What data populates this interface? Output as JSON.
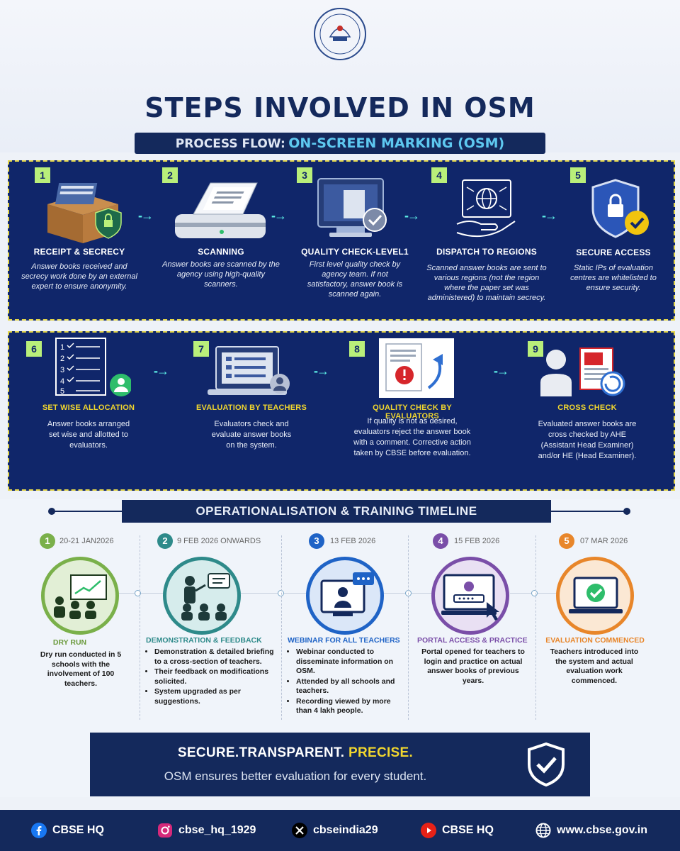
{
  "header": {
    "title": "STEPS INVOLVED IN OSM",
    "sub_a": "PROCESS FLOW:",
    "sub_b": "ON-SCREEN MARKING (OSM)"
  },
  "steps": [
    {
      "num": "1",
      "title": "RECEIPT & SECRECY",
      "desc": "Answer books received and secrecy work done by an external expert to ensure anonymity."
    },
    {
      "num": "2",
      "title": "SCANNING",
      "desc": "Answer books are scanned by the agency using high-quality scanners."
    },
    {
      "num": "3",
      "title": "QUALITY CHECK-LEVEL1",
      "desc": "First level quality check by agency team. If not satisfactory, answer book is scanned again."
    },
    {
      "num": "4",
      "title": "DISPATCH TO REGIONS",
      "desc": "Scanned answer books are sent to various regions (not the region where the paper set was administered) to maintain secrecy."
    },
    {
      "num": "5",
      "title": "SECURE ACCESS",
      "desc": "Static IPs of evaluation centres are whitelisted to ensure security."
    },
    {
      "num": "6",
      "title": "SET WISE ALLOCATION",
      "desc": "Answer books arranged set wise and allotted to evaluators."
    },
    {
      "num": "7",
      "title": "EVALUATION BY TEACHERS",
      "desc": "Evaluators check and evaluate answer books on the system."
    },
    {
      "num": "8",
      "title": "QUALITY CHECK BY EVALUATORS",
      "desc": "If quality is not as desired, evaluators reject the answer book with a comment. Corrective action taken by CBSE before evaluation."
    },
    {
      "num": "9",
      "title": "CROSS CHECK",
      "desc": "Evaluated answer books are cross checked by AHE (Assistant Head Examiner) and/or HE (Head Examiner)."
    }
  ],
  "arrow_glyph": "-→",
  "timeline": {
    "title": "OPERATIONALISATION & TRAINING TIMELINE",
    "items": [
      {
        "num": "1",
        "date": "20-21 JAN2026",
        "label": "DRY RUN",
        "color": "#7ab04a",
        "text": "Dry run conducted in 5 schools with the involvement of 100 teachers.",
        "points": []
      },
      {
        "num": "2",
        "date": "9 FEB 2026 ONWARDS",
        "label": "DEMONSTRATION & FEEDBACK",
        "color": "#2e8a8a",
        "text": "",
        "points": [
          "Demonstration & detailed briefing to a cross-section of teachers.",
          "Their feedback on modifications solicited.",
          "System upgraded as per suggestions."
        ]
      },
      {
        "num": "3",
        "date": "13 FEB 2026",
        "label": "WEBINAR FOR ALL TEACHERS",
        "color": "#1f63c6",
        "text": "",
        "points": [
          "Webinar conducted to disseminate information on OSM.",
          "Attended by all schools and teachers.",
          "Recording viewed by more than 4 lakh people."
        ]
      },
      {
        "num": "4",
        "date": "15 FEB 2026",
        "label": "PORTAL ACCESS & PRACTICE",
        "color": "#7a4ea8",
        "text": "Portal opened for teachers to login and practice on actual answer books of previous years.",
        "points": []
      },
      {
        "num": "5",
        "date": "07 MAR 2026",
        "label": "EVALUATION COMMENCED",
        "color": "#e8862a",
        "text": "Teachers introduced into the system and actual evaluation work commenced.",
        "points": []
      }
    ]
  },
  "banner": {
    "line1_a": "SECURE.TRANSPARENT.",
    "line1_b": "PRECISE.",
    "line2": "OSM ensures better evaluation for every student."
  },
  "footer": {
    "facebook": "CBSE HQ",
    "instagram": "cbse_hq_1929",
    "x": "cbseindia29",
    "youtube": "CBSE HQ",
    "website": "www.cbse.gov.in"
  },
  "icons": [
    "cbse-logo-icon",
    "secure-box-icon",
    "scanner-icon",
    "monitor-check-icon",
    "globe-hand-icon",
    "shield-lock-icon",
    "checklist-user-icon",
    "laptop-list-icon",
    "document-error-icon",
    "person-document-icon",
    "presentation-icon",
    "teacher-feedback-icon",
    "webinar-icon",
    "portal-login-icon",
    "evaluation-laptop-icon",
    "shield-check-icon",
    "facebook-icon",
    "instagram-icon",
    "x-icon",
    "youtube-icon",
    "globe-icon"
  ]
}
